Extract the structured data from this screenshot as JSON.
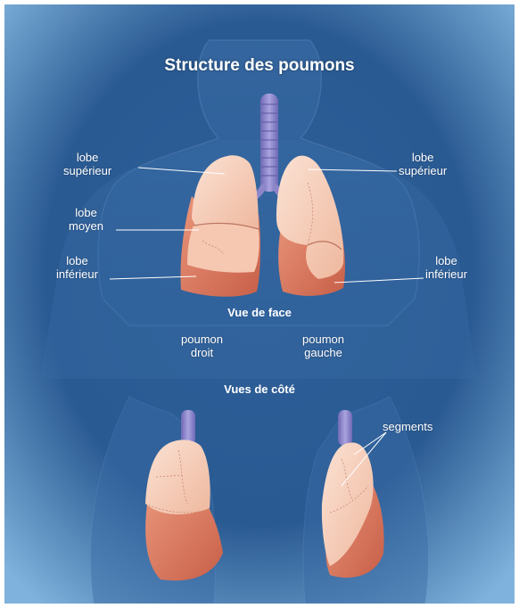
{
  "title": "Structure des poumons",
  "front_view": {
    "heading": "Vue de face",
    "right_lung": {
      "name_line1": "poumon",
      "name_line2": "droit",
      "upper_lobe_line1": "lobe",
      "upper_lobe_line2": "supérieur",
      "middle_lobe_line1": "lobe",
      "middle_lobe_line2": "moyen",
      "lower_lobe_line1": "lobe",
      "lower_lobe_line2": "inférieur"
    },
    "left_lung": {
      "name_line1": "poumon",
      "name_line2": "gauche",
      "upper_lobe_line1": "lobe",
      "upper_lobe_line2": "supérieur",
      "lower_lobe_line1": "lobe",
      "lower_lobe_line2": "inférieur"
    }
  },
  "side_views": {
    "heading": "Vues de côté",
    "segments_label": "segments"
  },
  "colors": {
    "background_dark": "#1f4f86",
    "background_light": "#7fb2dc",
    "body_glow": "#5d93c7",
    "lung_light": "#f3c4ae",
    "lung_dark": "#d9745c",
    "trachea": "#8d86c9"
  }
}
